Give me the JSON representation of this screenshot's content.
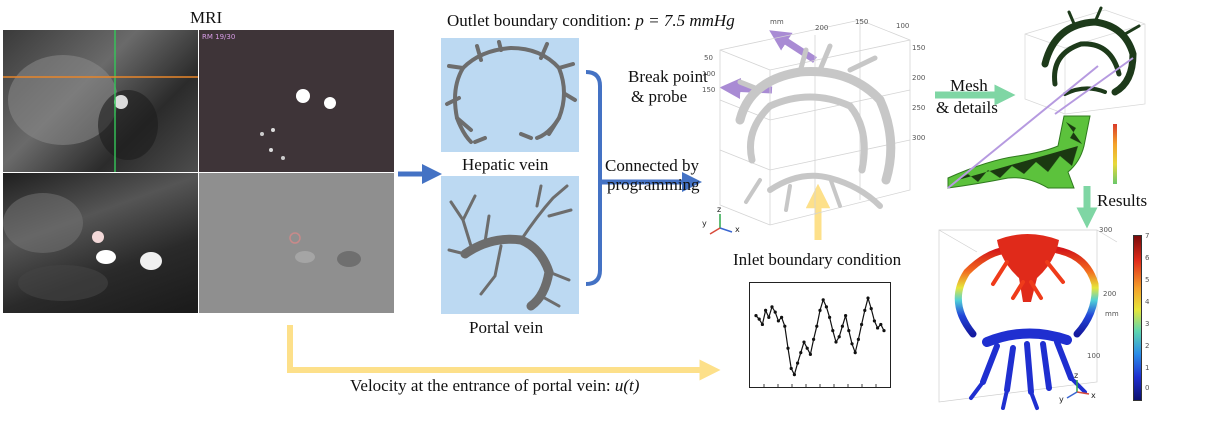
{
  "labels": {
    "mri": "MRI",
    "outlet": "Outlet boundary condition: ",
    "outlet_formula": "p = 7.5 mmHg",
    "break_point_1": "Break point",
    "break_point_2": "& probe",
    "hepatic_vein": "Hepatic vein",
    "portal_vein": "Portal vein",
    "connected_1": "Connected by",
    "connected_2": "programming",
    "mesh_1": "Mesh",
    "mesh_2": "& details",
    "results": "Results",
    "inlet": "Inlet boundary condition",
    "velocity": "Velocity at the entrance of portal vein: ",
    "velocity_formula": "u(t)"
  },
  "mri_overlay": {
    "frame_tag": "RM 19/30"
  },
  "axes_3d": {
    "ticks_top": [
      "200",
      "150",
      "100",
      "mm"
    ],
    "ticks_left": [
      "50",
      "100",
      "150"
    ],
    "ticks_right": [
      "150",
      "200",
      "250",
      "300"
    ],
    "axis_letters": [
      "z",
      "y",
      "x"
    ]
  },
  "results_axes": {
    "ticks": [
      "300",
      "200",
      "100"
    ],
    "unit": "mm",
    "colorbar_ticks": [
      "7",
      "6",
      "5",
      "4",
      "3",
      "2",
      "1",
      "0"
    ]
  },
  "waveform": {
    "values": [
      0.72,
      0.68,
      0.62,
      0.78,
      0.7,
      0.82,
      0.76,
      0.66,
      0.7,
      0.6,
      0.35,
      0.12,
      0.05,
      0.18,
      0.3,
      0.42,
      0.35,
      0.28,
      0.45,
      0.6,
      0.78,
      0.9,
      0.82,
      0.7,
      0.55,
      0.42,
      0.48,
      0.6,
      0.72,
      0.55,
      0.4,
      0.3,
      0.45,
      0.62,
      0.78,
      0.92,
      0.8,
      0.66,
      0.58,
      0.62,
      0.55
    ]
  },
  "colors": {
    "arrow_blue": "#4472c4",
    "arrow_yellow": "#fde08a",
    "arrow_purple": "#a98bd4",
    "arrow_green": "#7fd6a4",
    "panel_blue": "#bcd9f2"
  }
}
